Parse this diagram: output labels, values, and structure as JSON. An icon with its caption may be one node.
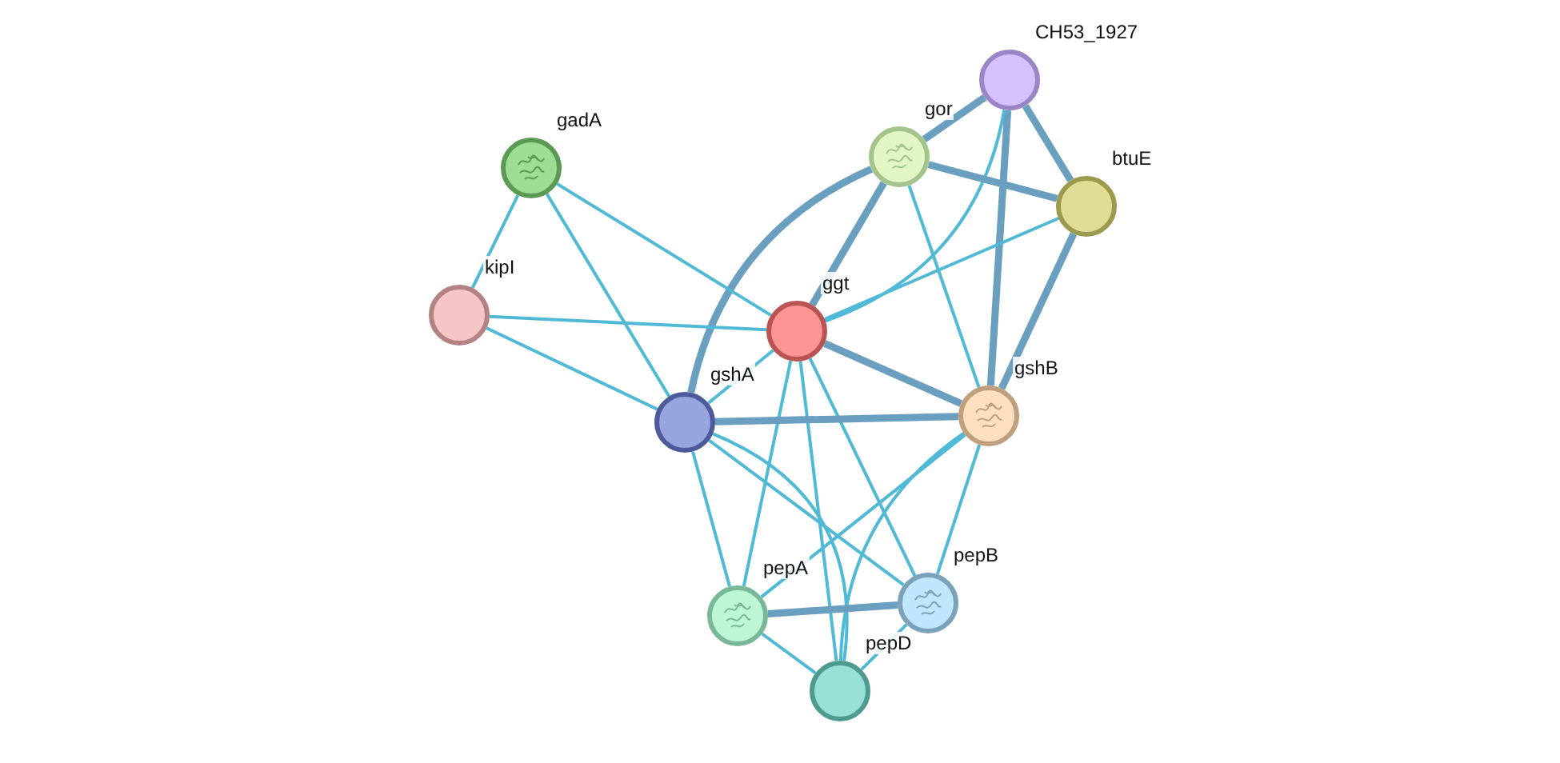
{
  "diagram": {
    "nodes": [
      {
        "text": [
          "CH53_1927"
        ]
      },
      {
        "text": [
          "gor"
        ]
      },
      {
        "text": [
          "btuE"
        ]
      },
      {
        "text": [
          "gadA"
        ]
      },
      {
        "text": [
          "kipI"
        ]
      },
      {
        "text": [
          "ggt"
        ]
      },
      {
        "text": [
          "gshA"
        ]
      },
      {
        "text": [
          "gshB"
        ]
      },
      {
        "text": [
          "pepA"
        ]
      },
      {
        "text": [
          "pepB"
        ]
      },
      {
        "text": [
          "pepD"
        ]
      }
    ],
    "edges": [
      {
        "from": 0,
        "to": 1,
        "arrow": "none",
        "style": "thick"
      },
      {
        "from": 0,
        "to": 2,
        "arrow": "none",
        "style": "thick"
      },
      {
        "from": 0,
        "to": 7,
        "arrow": "none",
        "style": "thick"
      },
      {
        "from": 0,
        "to": 5,
        "arrow": "none"
      },
      {
        "from": 1,
        "to": 2,
        "arrow": "none",
        "style": "thick"
      },
      {
        "from": 1,
        "to": 5,
        "arrow": "none",
        "style": "thick"
      },
      {
        "from": 1,
        "to": 6,
        "arrow": "none",
        "style": "thick"
      },
      {
        "from": 1,
        "to": 7,
        "arrow": "none"
      },
      {
        "from": 2,
        "to": 5,
        "arrow": "none"
      },
      {
        "from": 2,
        "to": 7,
        "arrow": "none",
        "style": "thick"
      },
      {
        "from": 3,
        "to": 4,
        "arrow": "none"
      },
      {
        "from": 3,
        "to": 5,
        "arrow": "none"
      },
      {
        "from": 3,
        "to": 6,
        "arrow": "none"
      },
      {
        "from": 4,
        "to": 5,
        "arrow": "none"
      },
      {
        "from": 4,
        "to": 6,
        "arrow": "none"
      },
      {
        "from": 5,
        "to": 6,
        "arrow": "none"
      },
      {
        "from": 5,
        "to": 7,
        "arrow": "none",
        "style": "thick"
      },
      {
        "from": 5,
        "to": 8,
        "arrow": "none"
      },
      {
        "from": 5,
        "to": 10,
        "arrow": "none"
      },
      {
        "from": 5,
        "to": 9,
        "arrow": "none"
      },
      {
        "from": 6,
        "to": 7,
        "arrow": "none",
        "style": "thick"
      },
      {
        "from": 6,
        "to": 8,
        "arrow": "none"
      },
      {
        "from": 6,
        "to": 10,
        "arrow": "none"
      },
      {
        "from": 6,
        "to": 9,
        "arrow": "none"
      },
      {
        "from": 7,
        "to": 8,
        "arrow": "none"
      },
      {
        "from": 7,
        "to": 9,
        "arrow": "none"
      },
      {
        "from": 7,
        "to": 10,
        "arrow": "none"
      },
      {
        "from": 8,
        "to": 9,
        "arrow": "none",
        "style": "thick"
      },
      {
        "from": 8,
        "to": 10,
        "arrow": "none"
      },
      {
        "from": 9,
        "to": 10,
        "arrow": "none"
      }
    ]
  }
}
